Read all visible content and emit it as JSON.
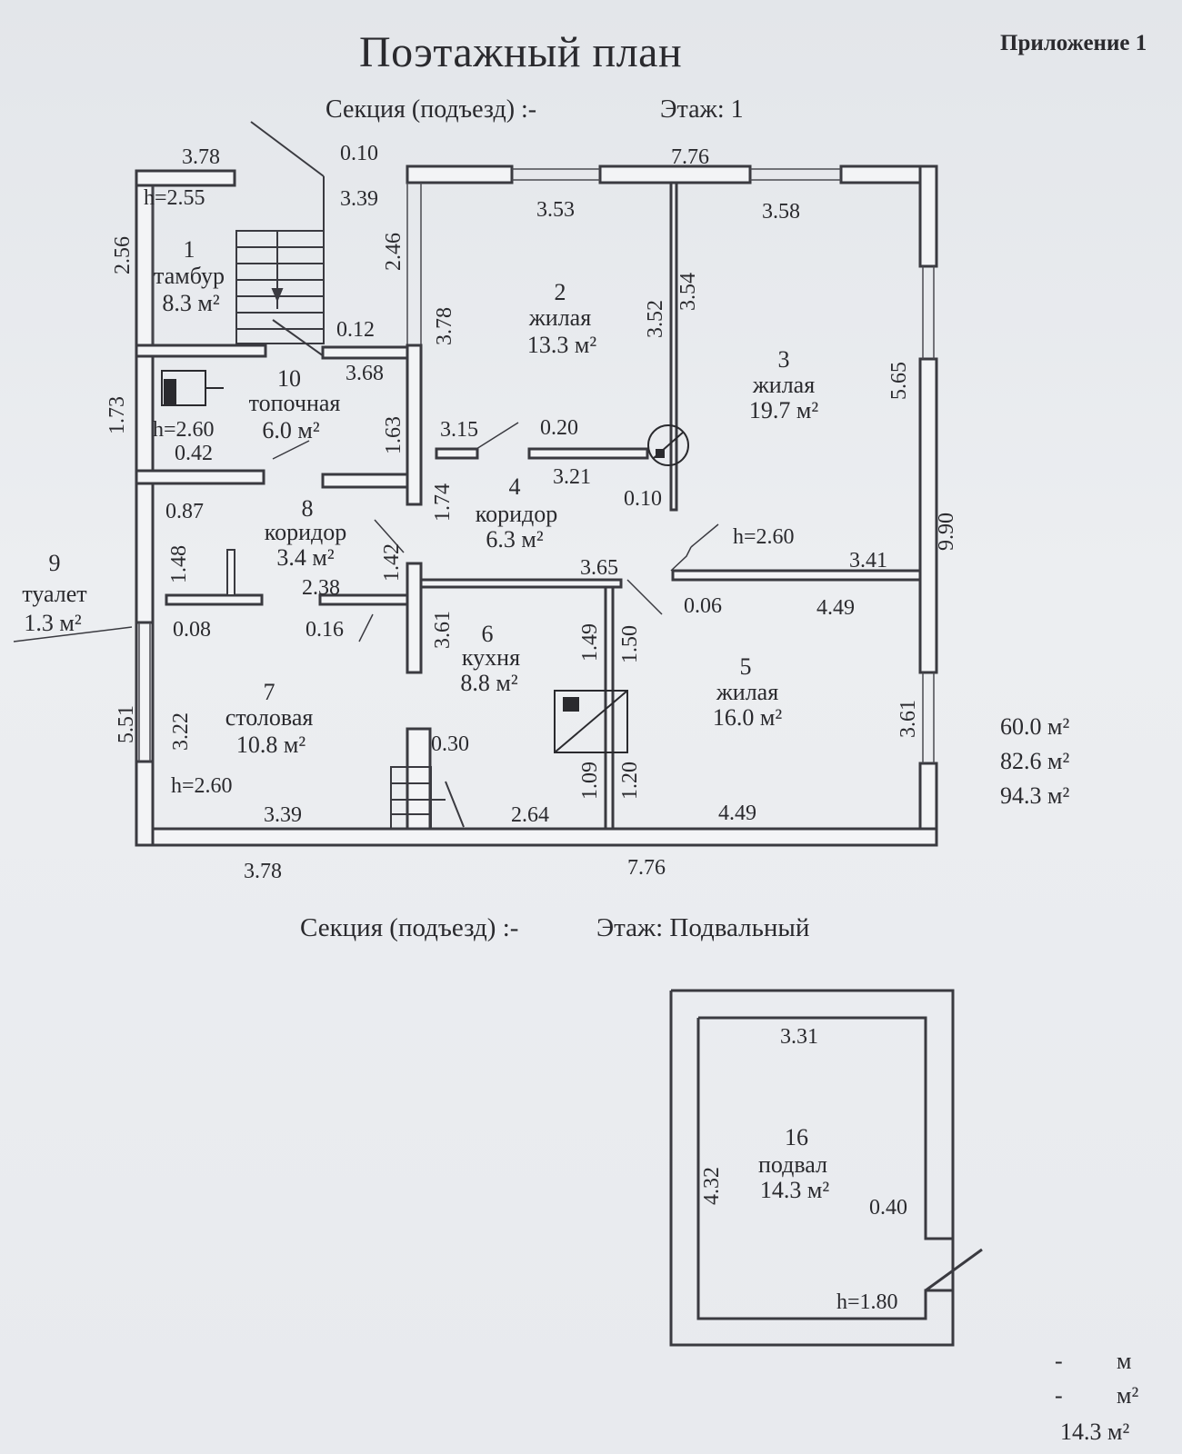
{
  "header": {
    "title": "Поэтажный план",
    "appendix": "Приложение 1",
    "section_label_1": "Секция (подъезд) :-",
    "floor_label_1": "Этаж: 1",
    "section_label_2": "Секция (подъезд) :-",
    "floor_label_2": "Этаж: Подвальный"
  },
  "rooms": [
    {
      "num": "1",
      "name": "тамбур",
      "area": "8.3 м²"
    },
    {
      "num": "2",
      "name": "жилая",
      "area": "13.3 м²"
    },
    {
      "num": "3",
      "name": "жилая",
      "area": "19.7 м²"
    },
    {
      "num": "4",
      "name": "коридор",
      "area": "6.3 м²"
    },
    {
      "num": "5",
      "name": "жилая",
      "area": "16.0 м²"
    },
    {
      "num": "6",
      "name": "кухня",
      "area": "8.8 м²"
    },
    {
      "num": "7",
      "name": "столовая",
      "area": "10.8 м²"
    },
    {
      "num": "8",
      "name": "коридор",
      "area": "3.4 м²"
    },
    {
      "num": "9",
      "name": "туалет",
      "area": "1.3 м²"
    },
    {
      "num": "10",
      "name": "топочная",
      "area": "6.0 м²"
    },
    {
      "num": "16",
      "name": "подвал",
      "area": "14.3 м²"
    }
  ],
  "heights": {
    "h1": "h=2.55",
    "h10": "h=2.60",
    "h5": "h=2.60",
    "h7": "h=2.60",
    "h16": "h=1.80"
  },
  "dims": {
    "d378_top": "3.78",
    "d010_top": "0.10",
    "d776_top": "7.76",
    "d339_top": "3.39",
    "d353": "3.53",
    "d358": "3.58",
    "d256": "2.56",
    "d246": "2.46",
    "d378_v": "3.78",
    "d352": "3.52",
    "d354": "3.54",
    "d012": "0.12",
    "d368": "3.68",
    "d565": "5.65",
    "d173": "1.73",
    "d163": "1.63",
    "d315": "3.15",
    "d020": "0.20",
    "d321": "3.21",
    "d042": "0.42",
    "d010_mid": "0.10",
    "d174": "1.74",
    "d087": "0.87",
    "d990": "9.90",
    "d148": "1.48",
    "d142": "1.42",
    "d365": "3.65",
    "d341": "3.41",
    "d238": "2.38",
    "d006": "0.06",
    "d449_mid": "4.49",
    "d008": "0.08",
    "d016": "0.16",
    "d361_l": "3.61",
    "d149": "1.49",
    "d150": "1.50",
    "d551": "5.51",
    "d322": "3.22",
    "d361_r": "3.61",
    "d030": "0.30",
    "d109": "1.09",
    "d120": "1.20",
    "d339_bot": "3.39",
    "d264": "2.64",
    "d449_bot": "4.49",
    "d378_bot": "3.78",
    "d776_bot": "7.76",
    "d331": "3.31",
    "d432": "4.32",
    "d040": "0.40"
  },
  "totals": {
    "t1": "60.0 м²",
    "t2": "82.6 м²",
    "t3": "94.3 м²"
  },
  "basement_totals": {
    "m_dash": "-",
    "m_unit": "м",
    "m2_dash": "-",
    "m2_unit": "м²",
    "area": "14.3 м²"
  }
}
